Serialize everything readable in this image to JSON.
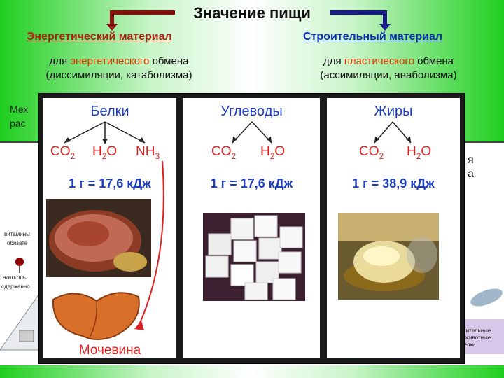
{
  "header": {
    "title": "Значение пищи",
    "left_title": "Энергетический материал",
    "left_sub_line1_pre": "для ",
    "left_sub_line1_accent": "энергетического",
    "left_sub_line1_post": " обмена",
    "left_sub_line2": "(диссимиляции, катаболизма)",
    "right_title": "Строительный материал",
    "right_sub_line1_pre": "для ",
    "right_sub_line1_accent": "пластического",
    "right_sub_line1_post": " обмена",
    "right_sub_line2": "(ассимиляции, анаболизма)"
  },
  "background": {
    "left_text_1": "Мех",
    "left_text_2": "рас",
    "right_text_1": "я",
    "right_text_2": "а",
    "pyramid_labels": [
      "витамины",
      "обязате",
      "алкоголь",
      "сдержанно"
    ],
    "legend": [
      "стительные",
      "е животные",
      "белки"
    ]
  },
  "panels": [
    {
      "title": "Белки",
      "products": [
        "CO",
        "H",
        "O",
        "NH"
      ],
      "energy": "1 г = 17,6 кДж",
      "extra": "Мочевина"
    },
    {
      "title": "Углеводы",
      "products": [
        "CO",
        "H",
        "O"
      ],
      "energy": "1 г = 17,6 кДж"
    },
    {
      "title": "Жиры",
      "products": [
        "CO",
        "H",
        "O"
      ],
      "energy": "1 г = 38,9 кДж"
    }
  ],
  "subscripts": {
    "two": "2",
    "three": "3"
  },
  "colors": {
    "accent_red": "#e02020",
    "accent_blue": "#1d3fc0",
    "heading_red": "#b02010"
  }
}
